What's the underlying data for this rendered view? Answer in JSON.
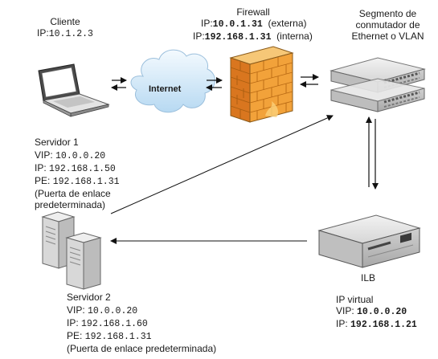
{
  "cliente": {
    "title": "Cliente",
    "ip_prefix": "IP:",
    "ip": "10.1.2.3"
  },
  "internet": {
    "label": "Internet"
  },
  "firewall": {
    "title": "Firewall",
    "ext_prefix": "IP:",
    "ext_ip": "10.0.1.31",
    "ext_note": "(externa)",
    "int_prefix": "IP:",
    "int_ip": "192.168.1.31",
    "int_note": "(interna)"
  },
  "segmento": {
    "line1": "Segmento de",
    "line2": "conmutador de",
    "line3": "Ethernet o VLAN"
  },
  "servidor1": {
    "title": "Servidor 1",
    "vip_prefix": "VIP:",
    "vip": "10.0.0.20",
    "ip_prefix": "IP:",
    "ip": "192.168.1.50",
    "pe_prefix": "PE:",
    "pe": "192.168.1.31",
    "note1": "(Puerta de enlace",
    "note2": "predeterminada)"
  },
  "servidor2": {
    "title": "Servidor 2",
    "vip_prefix": "VIP:",
    "vip": "10.0.0.20",
    "ip_prefix": "IP:",
    "ip": "192.168.1.60",
    "pe_prefix": "PE:",
    "pe": "192.168.1.31",
    "note": "(Puerta de enlace predeterminada)"
  },
  "ilb": {
    "title": "ILB",
    "subtitle": "IP virtual",
    "vip_prefix": "VIP:",
    "vip": "10.0.0.20",
    "ip_prefix": "IP:",
    "ip": "192.168.1.21"
  },
  "colors": {
    "firewall_orange": "#f2a23a",
    "firewall_dark": "#d9761f",
    "cloud_blue": "#cfe6f7",
    "device_gray": "#d9d9d9"
  },
  "icons": [
    "laptop-icon",
    "cloud-icon",
    "firewall-icon",
    "switch-icon",
    "server-icon",
    "load-balancer-icon"
  ]
}
